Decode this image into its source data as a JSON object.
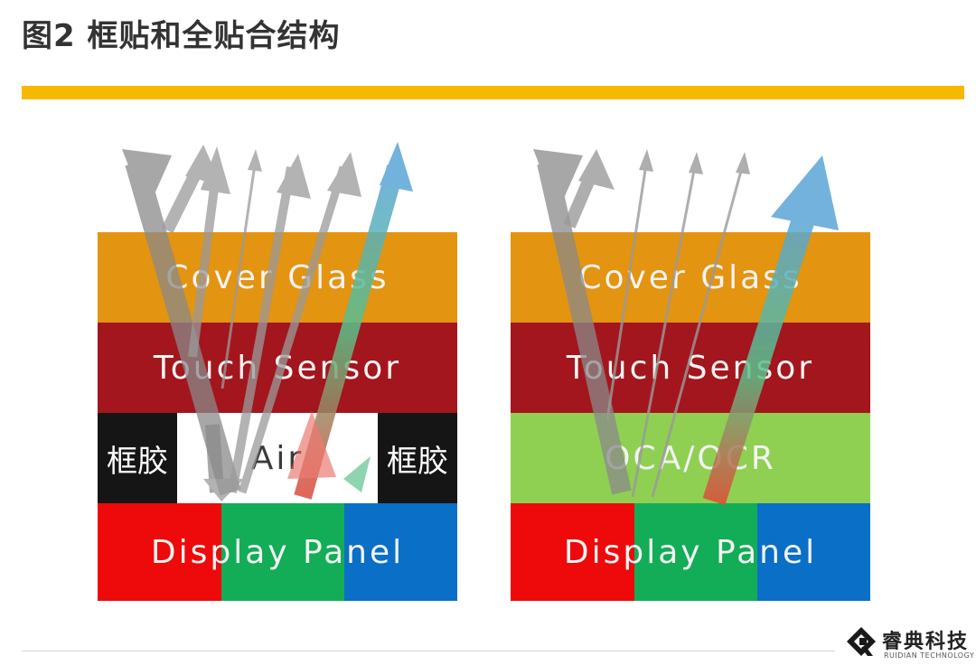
{
  "title": "图2 框贴和全贴合结构",
  "accent_color": "#f7b800",
  "left_diagram": {
    "cover_glass": "Cover Glass",
    "touch_sensor": "Touch Sensor",
    "frame_glue_left": "框胶",
    "air_gap": "Air",
    "frame_glue_right": "框胶",
    "display_panel": "Display Panel"
  },
  "right_diagram": {
    "cover_glass": "Cover Glass",
    "touch_sensor": "Touch Sensor",
    "adhesive": "OCA/OCR",
    "display_panel": "Display Panel"
  },
  "layer_colors": {
    "cover_glass": "#e39410",
    "touch_sensor": "#a3161d",
    "oca": "#8fd052",
    "frame_glue": "#151515",
    "panel_red": "#ee0a0a",
    "panel_green": "#12ad56",
    "panel_blue": "#0a6fc7",
    "reflected_arrow": "#9a9a9a",
    "emitted_arrow": "#5aa5d8"
  },
  "logo": {
    "icon": "ruidian-logo-icon",
    "name": "睿典科技",
    "subtitle": "RUIDIAN TECHNOLOGY"
  }
}
